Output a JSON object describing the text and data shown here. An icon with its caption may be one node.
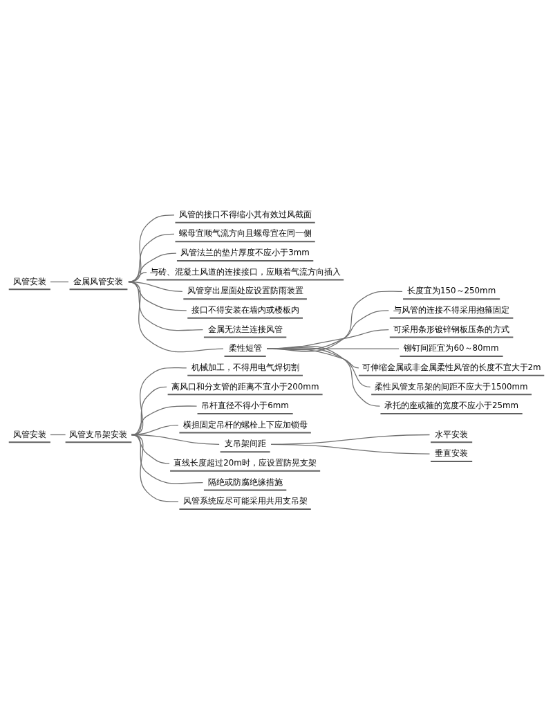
{
  "diagram": {
    "nodes": [
      {
        "text": [
          "风管安装"
        ]
      },
      {
        "text": [
          "风管支吊架安装"
        ]
      },
      {
        "text": [
          "机械加工，不得用电气焊切割"
        ]
      },
      {
        "text": [
          "离风口和分支管的距离不宜小于200mm"
        ]
      },
      {
        "text": [
          "吊杆直径不得小于6mm"
        ]
      },
      {
        "text": [
          "横担固定吊杆的螺栓上下应加锁母"
        ]
      },
      {
        "text": [
          "支吊架间距"
        ]
      },
      {
        "text": [
          "水平安装"
        ]
      },
      {
        "text": [
          "垂直安装"
        ]
      },
      {
        "text": [
          "直线长度超过20m时，应设置防晃支架"
        ]
      },
      {
        "text": [
          "隔绝或防腐绝缘措施"
        ]
      },
      {
        "text": [
          "风管系统应尽可能采用共用支吊架"
        ]
      },
      {
        "text": [
          "风管安装"
        ]
      },
      {
        "text": [
          "金属风管安装"
        ]
      },
      {
        "text": [
          "风管的接口不得缩小其有效过风截面"
        ]
      },
      {
        "text": [
          "螺母宜顺气流方向且螺母宜在同一侧"
        ]
      },
      {
        "text": [
          "风管法兰的垫片厚度不应小于3mm"
        ]
      },
      {
        "text": [
          "与砖、混凝土风道的连接接口，应顺着气流方向插入"
        ]
      },
      {
        "text": [
          "风管穿出屋面处应设置防雨装置"
        ]
      },
      {
        "text": [
          "接口不得安装在墙内或楼板内"
        ]
      },
      {
        "text": [
          "金属无法兰连接风管"
        ]
      },
      {
        "text": [
          "柔性短管"
        ]
      },
      {
        "text": [
          "长度宜为150～250mm"
        ]
      },
      {
        "text": [
          "与风管的连接不得采用抱箍固定"
        ]
      },
      {
        "text": [
          "可采用条形镀锌钢板压条的方式"
        ]
      },
      {
        "text": [
          "铆钉间距宜为60～80mm"
        ]
      },
      {
        "text": [
          "可伸缩金属或非金属柔性风管的长度不宜大于2m"
        ]
      },
      {
        "text": [
          "柔性风管支吊架的间距不应大于1500mm"
        ]
      },
      {
        "text": [
          "承托的座或箍的宽度不应小于25mm"
        ]
      }
    ],
    "edges": [
      {
        "from": 0,
        "to": 1,
        "arrow": "none"
      },
      {
        "from": 1,
        "to": 2,
        "arrow": "none"
      },
      {
        "from": 1,
        "to": 3,
        "arrow": "none"
      },
      {
        "from": 1,
        "to": 4,
        "arrow": "none"
      },
      {
        "from": 1,
        "to": 5,
        "arrow": "none"
      },
      {
        "from": 1,
        "to": 6,
        "arrow": "none"
      },
      {
        "from": 6,
        "to": 7,
        "arrow": "none"
      },
      {
        "from": 6,
        "to": 8,
        "arrow": "none"
      },
      {
        "from": 1,
        "to": 9,
        "arrow": "none"
      },
      {
        "from": 1,
        "to": 10,
        "arrow": "none"
      },
      {
        "from": 1,
        "to": 11,
        "arrow": "none"
      },
      {
        "from": 12,
        "to": 13,
        "arrow": "none"
      },
      {
        "from": 13,
        "to": 14,
        "arrow": "none"
      },
      {
        "from": 13,
        "to": 15,
        "arrow": "none"
      },
      {
        "from": 13,
        "to": 16,
        "arrow": "none"
      },
      {
        "from": 13,
        "to": 17,
        "arrow": "none"
      },
      {
        "from": 13,
        "to": 18,
        "arrow": "none"
      },
      {
        "from": 13,
        "to": 19,
        "arrow": "none"
      },
      {
        "from": 13,
        "to": 20,
        "arrow": "none"
      },
      {
        "from": 13,
        "to": 21,
        "arrow": "none"
      },
      {
        "from": 21,
        "to": 22,
        "arrow": "none"
      },
      {
        "from": 21,
        "to": 23,
        "arrow": "none"
      },
      {
        "from": 21,
        "to": 24,
        "arrow": "none"
      },
      {
        "from": 21,
        "to": 25,
        "arrow": "none"
      },
      {
        "from": 21,
        "to": 26,
        "arrow": "none"
      },
      {
        "from": 21,
        "to": 27,
        "arrow": "none"
      },
      {
        "from": 21,
        "to": 28,
        "arrow": "none"
      }
    ]
  }
}
